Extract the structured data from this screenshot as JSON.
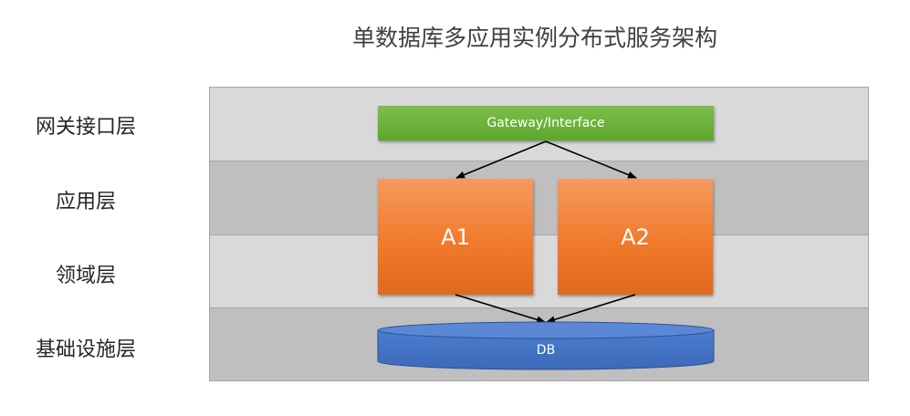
{
  "title": "单数据库多应用实例分布式服务架构",
  "layers": [
    {
      "label": "网关接口层"
    },
    {
      "label": "应用层"
    },
    {
      "label": "领域层"
    },
    {
      "label": "基础设施层"
    }
  ],
  "gateway": {
    "label": "Gateway/Interface",
    "color": "#70ad47"
  },
  "apps": [
    {
      "label": "A1",
      "color": "#ed7d31"
    },
    {
      "label": "A2",
      "color": "#ed7d31"
    }
  ],
  "database": {
    "label": "DB",
    "color": "#4472c4"
  }
}
